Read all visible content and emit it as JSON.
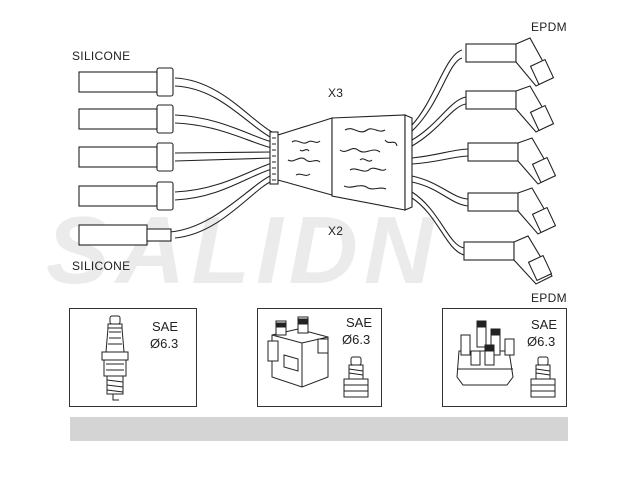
{
  "labels": {
    "top_left": "SILICONE",
    "bottom_left": "SILICONE",
    "top_right": "EPDM",
    "bottom_right": "EPDM",
    "mult_top": "X3",
    "mult_bottom": "X2",
    "watermark": "SALIDN"
  },
  "boxes": [
    {
      "icon": "spark-plug-icon",
      "line1": "SAE",
      "line2": "Ø6.3"
    },
    {
      "icon": "ignition-coil-icon",
      "line1": "SAE",
      "line2": "Ø6.3"
    },
    {
      "icon": "distributor-cap-icon",
      "line1": "SAE",
      "line2": "Ø6.3"
    }
  ],
  "footer_bar_color": "#d4d4d4"
}
